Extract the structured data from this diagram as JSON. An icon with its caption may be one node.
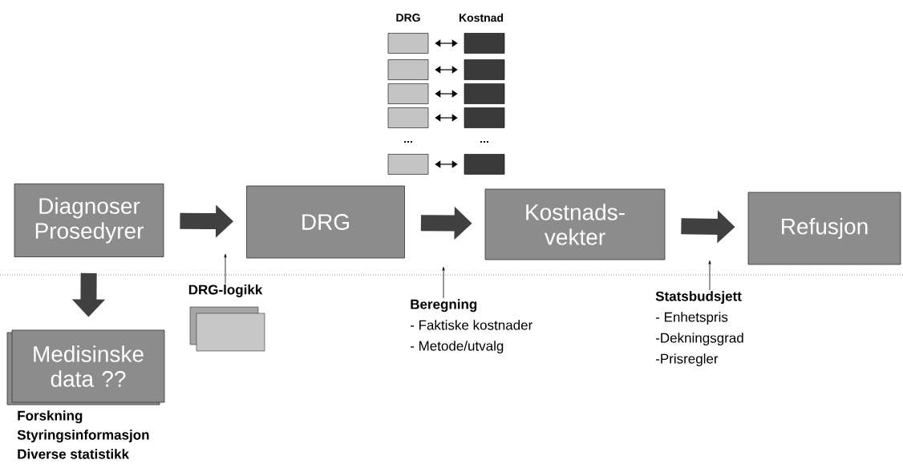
{
  "diagram": {
    "nodes": [
      {
        "text": [],
        "shape": "box"
      },
      {
        "text": [],
        "shape": "box"
      },
      {
        "text": [],
        "shape": "box"
      },
      {
        "text": [],
        "shape": "box"
      },
      {
        "text": [],
        "shape": "box"
      },
      {
        "text": [],
        "shape": "box"
      },
      {
        "text": [],
        "shape": "box"
      },
      {
        "text": [],
        "shape": "box"
      },
      {
        "text": [],
        "shape": "box"
      },
      {
        "text": [],
        "shape": "box"
      },
      {
        "text": [
          "Diagnoser Prosedyrer"
        ]
      },
      {
        "text": [
          "DRG"
        ]
      },
      {
        "text": [
          "Kostnads- vekter"
        ]
      },
      {
        "text": [
          "Refusjon"
        ]
      },
      {
        "text": [
          "DRG-logikk"
        ]
      },
      {
        "text": [
          "Medisinske data ??"
        ],
        "beside": [
          "Forskning",
          "Styringsinformasjon",
          "Diverse statistikk"
        ]
      },
      {
        "text": [
          "Beregning",
          "- Faktiske kostnader",
          "- Metode/utvalg"
        ]
      },
      {
        "text": [
          "Statsbudsjett",
          "- Enhetspris",
          "-Dekningsgrad",
          "-Prisregler"
        ]
      }
    ],
    "edges": [
      {
        "from": 0,
        "to": 1,
        "arrow": "both"
      },
      {
        "from": 2,
        "to": 3,
        "arrow": "both"
      },
      {
        "from": 4,
        "to": 5,
        "arrow": "both"
      },
      {
        "from": 6,
        "to": 7,
        "arrow": "both"
      },
      {
        "from": 8,
        "to": 9,
        "arrow": "both"
      },
      {
        "from": 10,
        "to": 11,
        "arrow": "to",
        "style": "thick"
      },
      {
        "from": 11,
        "to": 12,
        "arrow": "to",
        "style": "thick"
      },
      {
        "from": 12,
        "to": 13,
        "arrow": "to",
        "style": "thick"
      },
      {
        "from": 10,
        "to": 15,
        "arrow": "to",
        "style": "thick"
      },
      {
        "from": 14,
        "to": null,
        "arrow": "to"
      },
      {
        "from": 16,
        "to": null,
        "arrow": "to"
      },
      {
        "from": 17,
        "to": null,
        "arrow": "to"
      }
    ],
    "labels": [
      "DRG",
      "Kostnad",
      "...",
      "..."
    ]
  }
}
